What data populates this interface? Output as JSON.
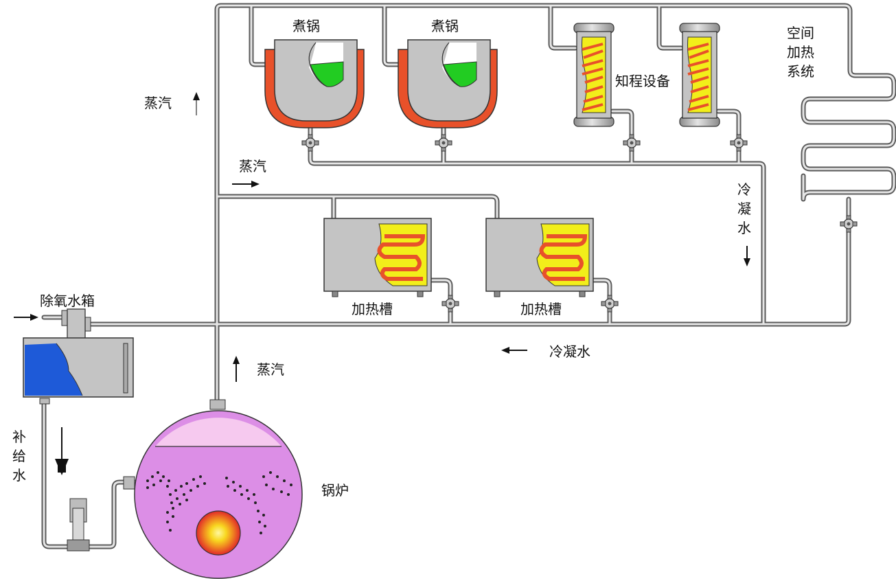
{
  "labels": {
    "pot_left": "煮锅",
    "pot_right": "煮锅",
    "process_equipment": "知程设备",
    "space_heating": "空间加热系统",
    "steam_up_left": "蒸汽",
    "steam_right": "蒸汽",
    "condensate_vertical": "冷凝水",
    "deaerator_tank": "除氧水箱",
    "heating_tank_left": "加热槽",
    "heating_tank_right": "加热槽",
    "condensate_horizontal": "冷凝水",
    "steam_up_boiler": "蒸汽",
    "makeup_water": "补给水",
    "boiler": "锅炉"
  },
  "colors": {
    "pot_jacket": "#e8512a",
    "pot_liquid": "#22cc22",
    "vessel_gray": "#c4c4c4",
    "heater_yellow": "#f2ee1a",
    "coil_red": "#e8512a",
    "water_blue": "#1e5ad8",
    "boiler_body": "#dc8ee6",
    "boiler_steam": "#f6c9ef",
    "flame_outer": "#e0282a",
    "flame_inner": "#f8d820"
  }
}
